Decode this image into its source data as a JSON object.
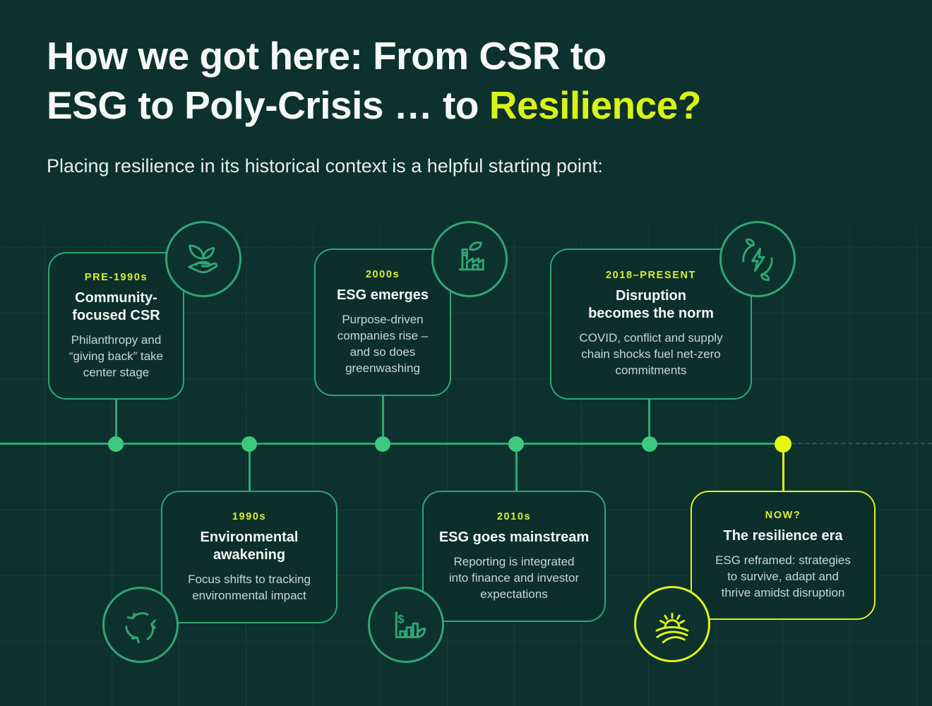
{
  "header": {
    "title_line1": "How we got here: From CSR to",
    "title_line2": "ESG to Poly-Crisis … to ",
    "title_highlight": "Resilience?",
    "subtitle": "Placing resilience in its historical context is a helpful starting point:"
  },
  "colors": {
    "background": "#0D312D",
    "accent_green": "#2FA674",
    "dot_green": "#3DC87F",
    "accent_yellow": "#DDF31C",
    "era_label_yellow": "#D9EF35",
    "card_title_text": "#F3F7F4",
    "card_body_text": "#C7D8D1"
  },
  "timeline": {
    "events": [
      {
        "era": "PRE-1990s",
        "title_line1": "Community-",
        "title_line2": "focused CSR",
        "body": "Philanthropy and\n“giving back” take\ncenter stage",
        "icon": "sprout-in-hand-icon",
        "side": "above"
      },
      {
        "era": "1990s",
        "title_line1": "Environmental",
        "title_line2": "awakening",
        "body": "Focus shifts to tracking\nenvironmental impact",
        "icon": "recycle-icon",
        "side": "below"
      },
      {
        "era": "2000s",
        "title_line1": "ESG emerges",
        "title_line2": "",
        "body": "Purpose-driven\ncompanies rise –\nand so does\ngreenwashing",
        "icon": "factory-leaf-icon",
        "side": "above"
      },
      {
        "era": "2010s",
        "title_line1": "ESG goes mainstream",
        "title_line2": "",
        "body": "Reporting is integrated\ninto finance and investor\nexpectations",
        "icon": "growth-chart-dollar-icon",
        "side": "below"
      },
      {
        "era": "2018–PRESENT",
        "title_line1": "Disruption",
        "title_line2": "becomes the norm",
        "body": "COVID, conflict and supply\nchain shocks fuel net-zero\ncommitments",
        "icon": "energy-cycle-icon",
        "side": "above"
      },
      {
        "era": "NOW?",
        "title_line1": "The resilience era",
        "title_line2": "",
        "body": "ESG reframed: strategies\nto survive, adapt and\nthrive amidst disruption",
        "icon": "sunrise-field-icon",
        "side": "below"
      }
    ]
  }
}
